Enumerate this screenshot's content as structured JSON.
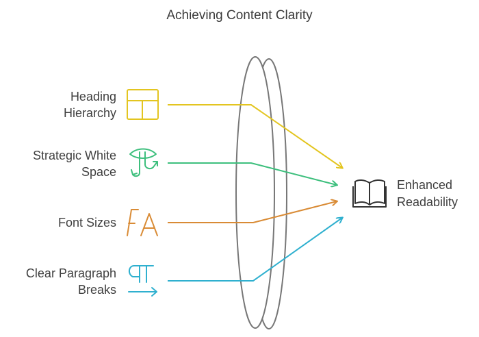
{
  "title": "Achieving Content Clarity",
  "inputs": [
    {
      "line1": "Heading",
      "line2": "Hierarchy",
      "icon": "layout-icon",
      "color": "#e3c520"
    },
    {
      "line1": "Strategic White",
      "line2": "Space",
      "icon": "split-arrows-icon",
      "color": "#3dbf7d"
    },
    {
      "line1": "Font Sizes",
      "line2": "",
      "icon": "font-icon",
      "color": "#d98b35"
    },
    {
      "line1": "Clear Paragraph",
      "line2": "Breaks",
      "icon": "paragraph-icon",
      "color": "#2fb0cf"
    }
  ],
  "output": {
    "line1": "Enhanced",
    "line2": "Readability",
    "icon": "book-icon",
    "color": "#333333"
  },
  "lens_color": "#777777"
}
